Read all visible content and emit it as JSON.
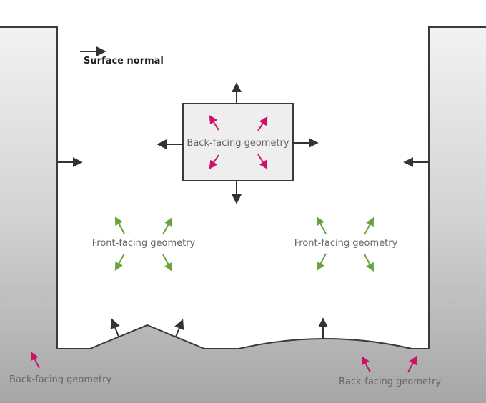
{
  "legend": {
    "label": "Surface normal"
  },
  "box": {
    "label": "Back-facing geometry"
  },
  "front_left": {
    "label": "Front-facing geometry"
  },
  "front_right": {
    "label": "Front-facing geometry"
  },
  "bottom_left": {
    "label": "Back-facing geometry"
  },
  "bottom_right": {
    "label": "Back-facing geometry"
  },
  "colors": {
    "outline": "#3a3a3a",
    "normal_arrow": "#333333",
    "back_facing_arrow": "#cc1166",
    "front_facing_arrow": "#6aa33a",
    "label_text": "#666666",
    "solid_fill_top": "#f6f6f6",
    "solid_fill_bottom": "#a8a8a8",
    "box_fill": "#eeeeee"
  }
}
